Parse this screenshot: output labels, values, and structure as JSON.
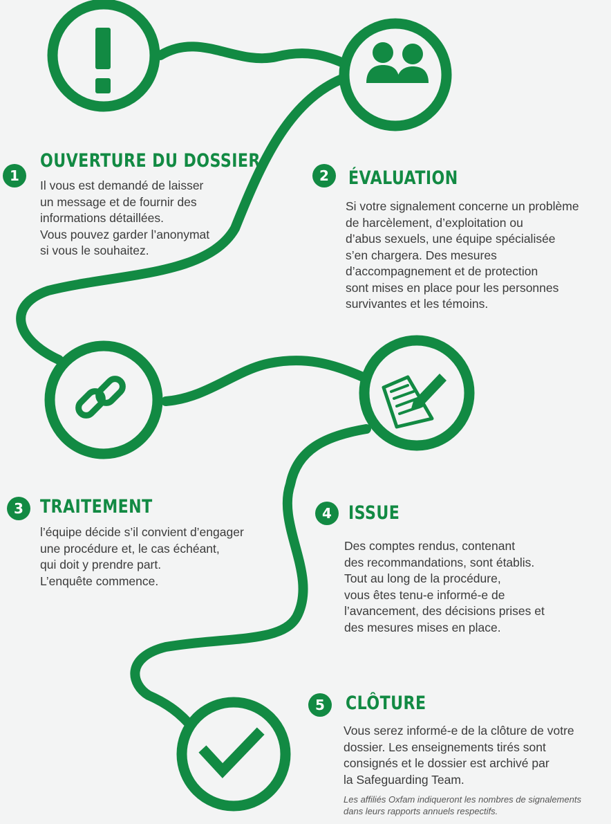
{
  "colors": {
    "brand_green": "#128a43",
    "background": "#f3f4f4",
    "text": "#3b3b3b"
  },
  "steps": [
    {
      "number": "1",
      "title": "OUVERTURE DU DOSSIER",
      "body": "Il vous est demandé de laisser\nun message et de fournir des\ninformations détaillées.\nVous pouvez garder l’anonymat\nsi vous le souhaitez.",
      "icon": "exclamation-icon"
    },
    {
      "number": "2",
      "title": "ÉVALUATION",
      "body": "Si votre signalement concerne un problème\nde harcèlement, d’exploitation ou\nd’abus sexuels, une équipe spécialisée\ns’en chargera.  Des mesures\nd’accompagnement et de protection\nsont mises en place pour les personnes\nsurvivantes et les témoins.",
      "icon": "people-icon"
    },
    {
      "number": "3",
      "title": "TRAITEMENT",
      "body": "l’équipe décide s’il convient d’engager\nune procédure et, le cas échéant,\nqui doit y prendre part.\nL’enquête commence.",
      "icon": "chain-link-icon"
    },
    {
      "number": "4",
      "title": "ISSUE",
      "body": "Des comptes rendus, contenant\ndes recommandations, sont établis.\nTout au long de la procédure,\nvous êtes tenu-e informé-e de\nl’avancement, des décisions prises et\ndes mesures mises en place.",
      "icon": "document-pen-icon"
    },
    {
      "number": "5",
      "title": "CLÔTURE",
      "body": "Vous serez informé-e de la clôture de votre\ndossier. Les enseignements tirés sont\nconsignés et le dossier est archivé par\nla Safeguarding Team.",
      "icon": "checkmark-icon"
    }
  ],
  "footnote": "Les affiliés Oxfam indiqueront les nombres de signalements\ndans leurs rapports annuels respectifs."
}
